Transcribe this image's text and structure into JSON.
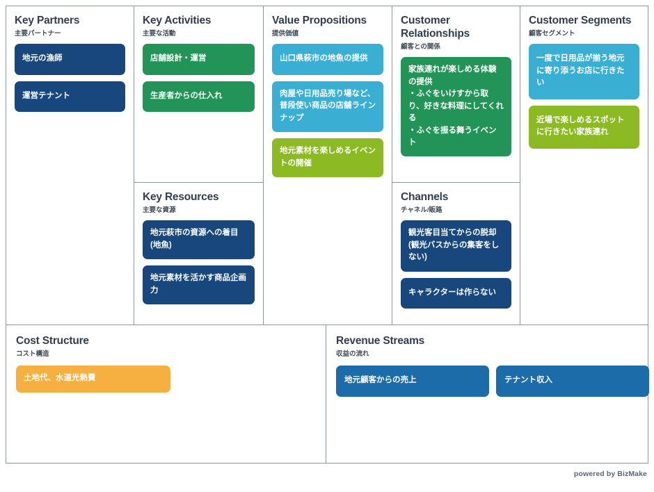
{
  "footer": {
    "credit": "powered by BizMake"
  },
  "sections": {
    "key_partners": {
      "title": "Key Partners",
      "subtitle": "主要パートナー",
      "cards": [
        {
          "text": "地元の漁師",
          "color": "#17477d"
        },
        {
          "text": "運営テナント",
          "color": "#17477d"
        }
      ]
    },
    "key_activities": {
      "title": "Key Activities",
      "subtitle": "主要な活動",
      "cards": [
        {
          "text": "店舗設計・運営",
          "color": "#229457"
        },
        {
          "text": "生産者からの仕入れ",
          "color": "#229457"
        }
      ]
    },
    "key_resources": {
      "title": "Key Resources",
      "subtitle": "主要な資源",
      "cards": [
        {
          "text": "地元萩市の資源への着目(地魚)",
          "color": "#17477d"
        },
        {
          "text": "地元素材を活かす商品企画力",
          "color": "#17477d"
        }
      ]
    },
    "value_propositions": {
      "title": "Value Propositions",
      "subtitle": "提供価値",
      "cards": [
        {
          "text": "山口県萩市の地魚の提供",
          "color": "#3aafd4"
        },
        {
          "text": "肉屋や日用品売り場など、普段使い商品の店舗ラインナップ",
          "color": "#3aafd4"
        },
        {
          "text": "地元素材を楽しめるイベントの開催",
          "color": "#8cba22"
        }
      ]
    },
    "customer_relationships": {
      "title": "Customer Relationships",
      "subtitle": "顧客との関係",
      "cards": [
        {
          "text": "家族連れが楽しめる体験の提供\n・ふぐをいけすから取り、好きな料理にしてくれる\n・ふぐを振る舞うイベント",
          "color": "#229457"
        }
      ]
    },
    "channels": {
      "title": "Channels",
      "subtitle": "チャネル/販路",
      "cards": [
        {
          "text": "観光客目当てからの脱却(観光バスからの集客をしない)",
          "color": "#17477d"
        },
        {
          "text": "キャラクターは作らない",
          "color": "#17477d"
        }
      ]
    },
    "customer_segments": {
      "title": "Customer Segments",
      "subtitle": "顧客セグメント",
      "cards": [
        {
          "text": "一度で日用品が揃う地元に寄り添うお店に行きたい",
          "color": "#3aafd4"
        },
        {
          "text": "近場で楽しめるスポットに行きたい家族連れ",
          "color": "#8cba22"
        }
      ]
    },
    "cost_structure": {
      "title": "Cost Structure",
      "subtitle": "コスト構造",
      "cards": [
        {
          "text": "土地代、水道光熱費",
          "color": "#f6b042"
        }
      ]
    },
    "revenue_streams": {
      "title": "Revenue Streams",
      "subtitle": "収益の流れ",
      "cards": [
        {
          "text": "地元顧客からの売上",
          "color": "#1b6ca8"
        },
        {
          "text": "テナント収入",
          "color": "#1b6ca8"
        }
      ]
    }
  }
}
